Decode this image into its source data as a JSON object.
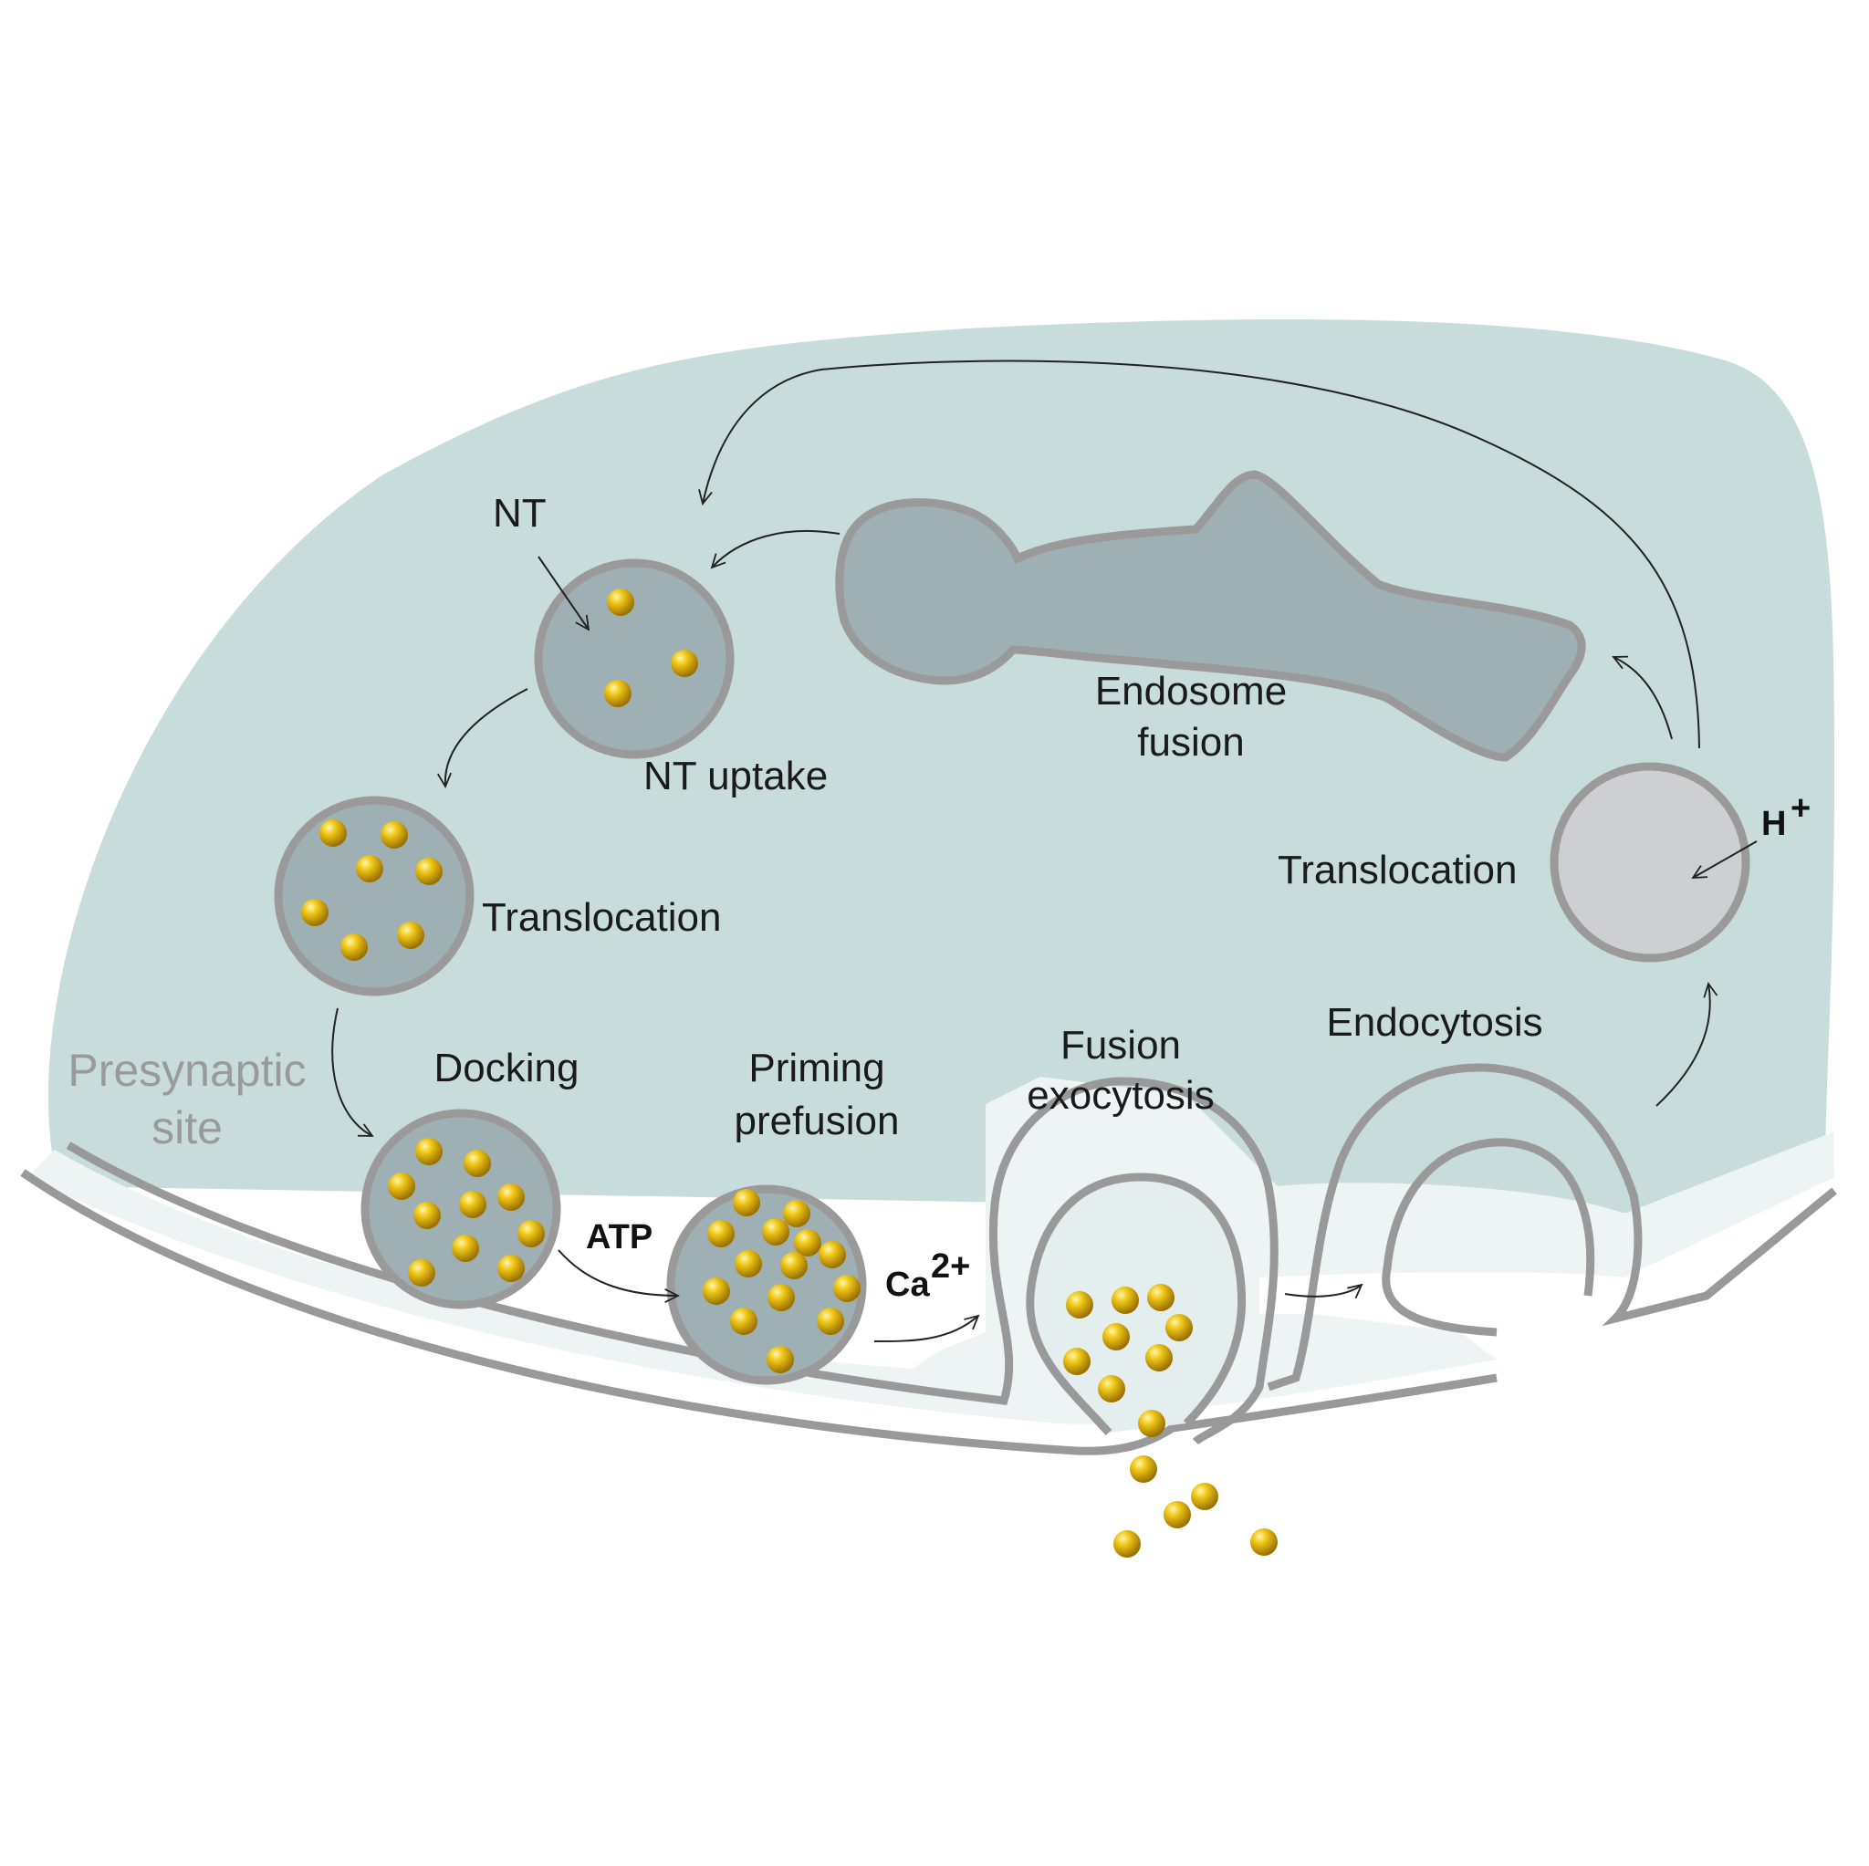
{
  "labels": {
    "nt": "NT",
    "nt_uptake": "NT uptake",
    "endosome_line1": "Endosome",
    "endosome_line2": "fusion",
    "translocation_left": "Translocation",
    "translocation_right": "Translocation",
    "h_plus": "H",
    "h_plus_sup": "+",
    "docking": "Docking",
    "priming_line1": "Priming",
    "priming_line2": "prefusion",
    "fusion_line1": "Fusion",
    "fusion_line2": "exocytosis",
    "endocytosis": "Endocytosis",
    "atp": "ATP",
    "ca": "Ca",
    "ca_sup": "2+",
    "presynaptic_line1": "Presynaptic",
    "presynaptic_line2": "site"
  },
  "colors": {
    "cytoplasm": "#c8dcdc",
    "vesicle_fill": "#9fb0b5",
    "vesicle_stroke": "#9a9a9a",
    "endosome_fill": "#9fb0b5",
    "empty_vesicle_fill": "#cdcfd0",
    "neurotransmitter": "#e1b000",
    "membrane_fill": "#eef3f3",
    "membrane_stroke": "#999999"
  },
  "vesicle_contents": {
    "nt_uptake": 3,
    "translocation": 7,
    "docking": 10,
    "priming": 14,
    "fusion_released": 14,
    "endocytosed_vesicle": 0
  }
}
